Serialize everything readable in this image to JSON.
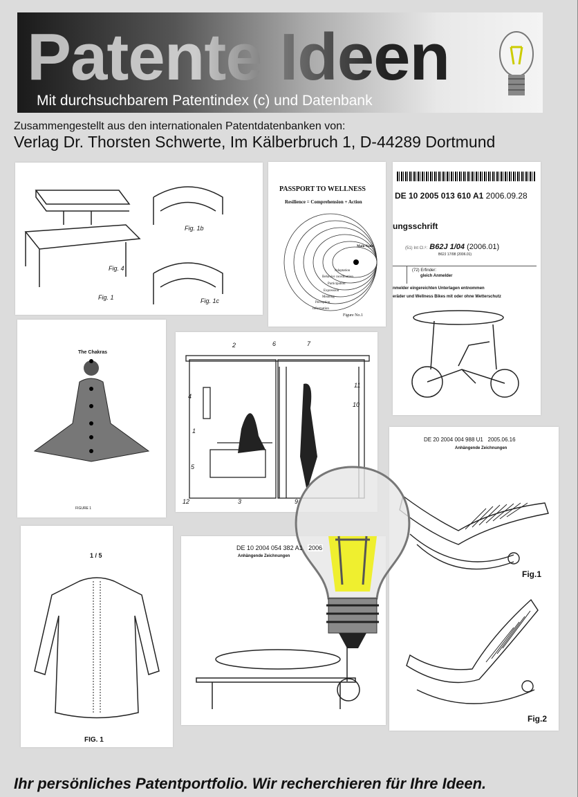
{
  "header": {
    "title": "Patente Ideen",
    "subtitle": "Mit durchsuchbarem Patentindex (c) und Datenbank",
    "compiled_from": "Zusammengestellt aus den internationalen Patentdatenbanken von:",
    "publisher": "Verlag Dr. Thorsten Schwerte, Im Kälberbruch 1, D-44289 Dortmund"
  },
  "panels": {
    "bed": {
      "fig_a": "Fig. 4",
      "fig_b": "Fig. 1b",
      "fig_c": "Fig. 1c",
      "fig_main": "Fig. 1"
    },
    "passport": {
      "title": "PASSPORT TO WELLNESS",
      "subtitle": "Resilience = Comprehension + Action",
      "node": "Main Node",
      "levels": [
        "Adaptation",
        "Behavior coordination",
        "Participation",
        "Expression",
        "Meaning",
        "Perception",
        "Information"
      ],
      "figure": "Figure No.1"
    },
    "bike": {
      "number": "DE 10 2005 013 610 A1",
      "date": "2006.09.28",
      "doc_type": "ungsschrift",
      "int_cl_label": "(51) Int Cl.⁸:",
      "int_cl": "B62J 1/04",
      "int_cl_year": "(2006.01)",
      "int_cl2": "B62J 17/08 (2006.01)",
      "inventor_label": "(72) Erfinder:",
      "inventor": "gleich Anmelder",
      "line1": "nmelder eingereichten Unterlagen entnommen",
      "line2": "eräder und Wellness Bikes mit oder ohne Wetterschutz"
    },
    "chakras": {
      "title": "The Chakras",
      "figure": "FIGURE 1"
    },
    "sauna": {
      "labels": [
        "2",
        "6",
        "7",
        "4",
        "1",
        "11",
        "10",
        "5",
        "3",
        "9",
        "12"
      ]
    },
    "lounger": {
      "number": "DE 20 2004 004 988 U1",
      "date": "2005.06.16",
      "subtitle": "Anhängende Zeichnungen",
      "fig1": "Fig.1",
      "fig2": "Fig.2"
    },
    "garment": {
      "page": "1 / 5",
      "figure": "FIG. 1"
    },
    "bench": {
      "number": "DE 10 2004 054 382 A1",
      "date": "2006",
      "subtitle": "Anhängende Zeichnungen"
    }
  },
  "footer": "Ihr persönliches Patentportfolio. Wir recherchieren für Ihre Ideen."
}
